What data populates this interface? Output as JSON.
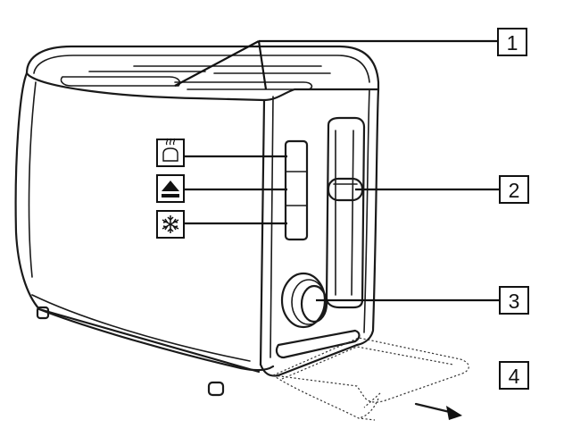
{
  "callouts": [
    {
      "label": "1"
    },
    {
      "label": "2"
    },
    {
      "label": "3"
    },
    {
      "label": "4"
    }
  ],
  "icons": [
    "reheat-bread-icon",
    "eject-icon",
    "defrost-snowflake-icon"
  ],
  "colors": {
    "line": "#1a1a1a",
    "background": "#ffffff"
  }
}
